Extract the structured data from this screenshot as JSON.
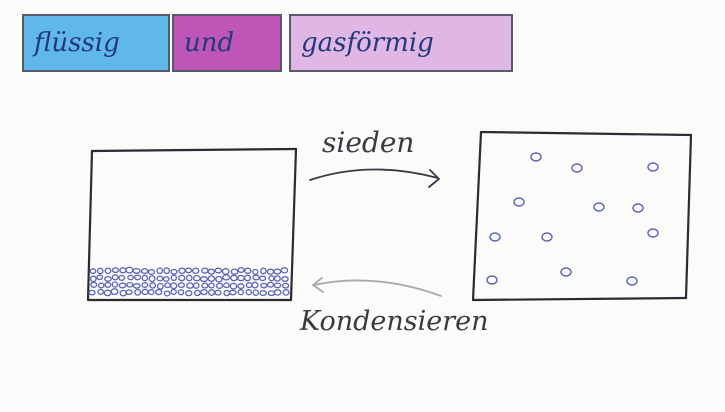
{
  "tags": {
    "fluessig": "flüssig",
    "und": "und",
    "gasfoermig": "gasförmig"
  },
  "labels": {
    "sieden": "sieden",
    "kondensieren": "Kondensieren"
  },
  "colors": {
    "fluessig": "#5fb7ea",
    "und": "#bf55b7",
    "gasfoermig": "#dfb6e4",
    "ink": "#2b2b33",
    "particle": "#5a63b8",
    "arrow_grey": "#a9a9b0"
  }
}
